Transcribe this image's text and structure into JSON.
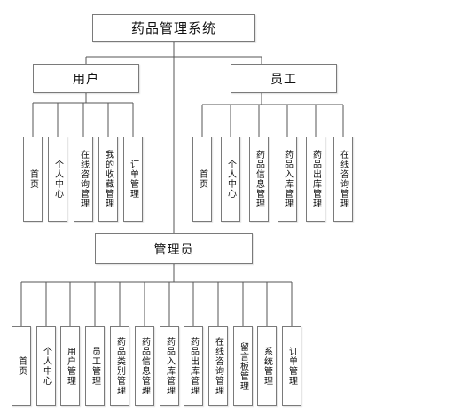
{
  "title": "药品管理系统",
  "groups": {
    "user": {
      "label": "用户",
      "items": [
        "首页",
        "个人中心",
        "在线咨询管理",
        "我的收藏管理",
        "订单管理"
      ]
    },
    "staff": {
      "label": "员工",
      "items": [
        "首页",
        "个人中心",
        "药品信息管理",
        "药品入库管理",
        "药品出库管理",
        "在线咨询管理"
      ]
    },
    "admin": {
      "label": "管理员",
      "items": [
        "首页",
        "个人中心",
        "用户管理",
        "员工管理",
        "药品类别管理",
        "药品信息管理",
        "药品入库管理",
        "药品出库管理",
        "在线咨询管理",
        "留言板管理",
        "系统管理",
        "订单管理"
      ]
    }
  }
}
